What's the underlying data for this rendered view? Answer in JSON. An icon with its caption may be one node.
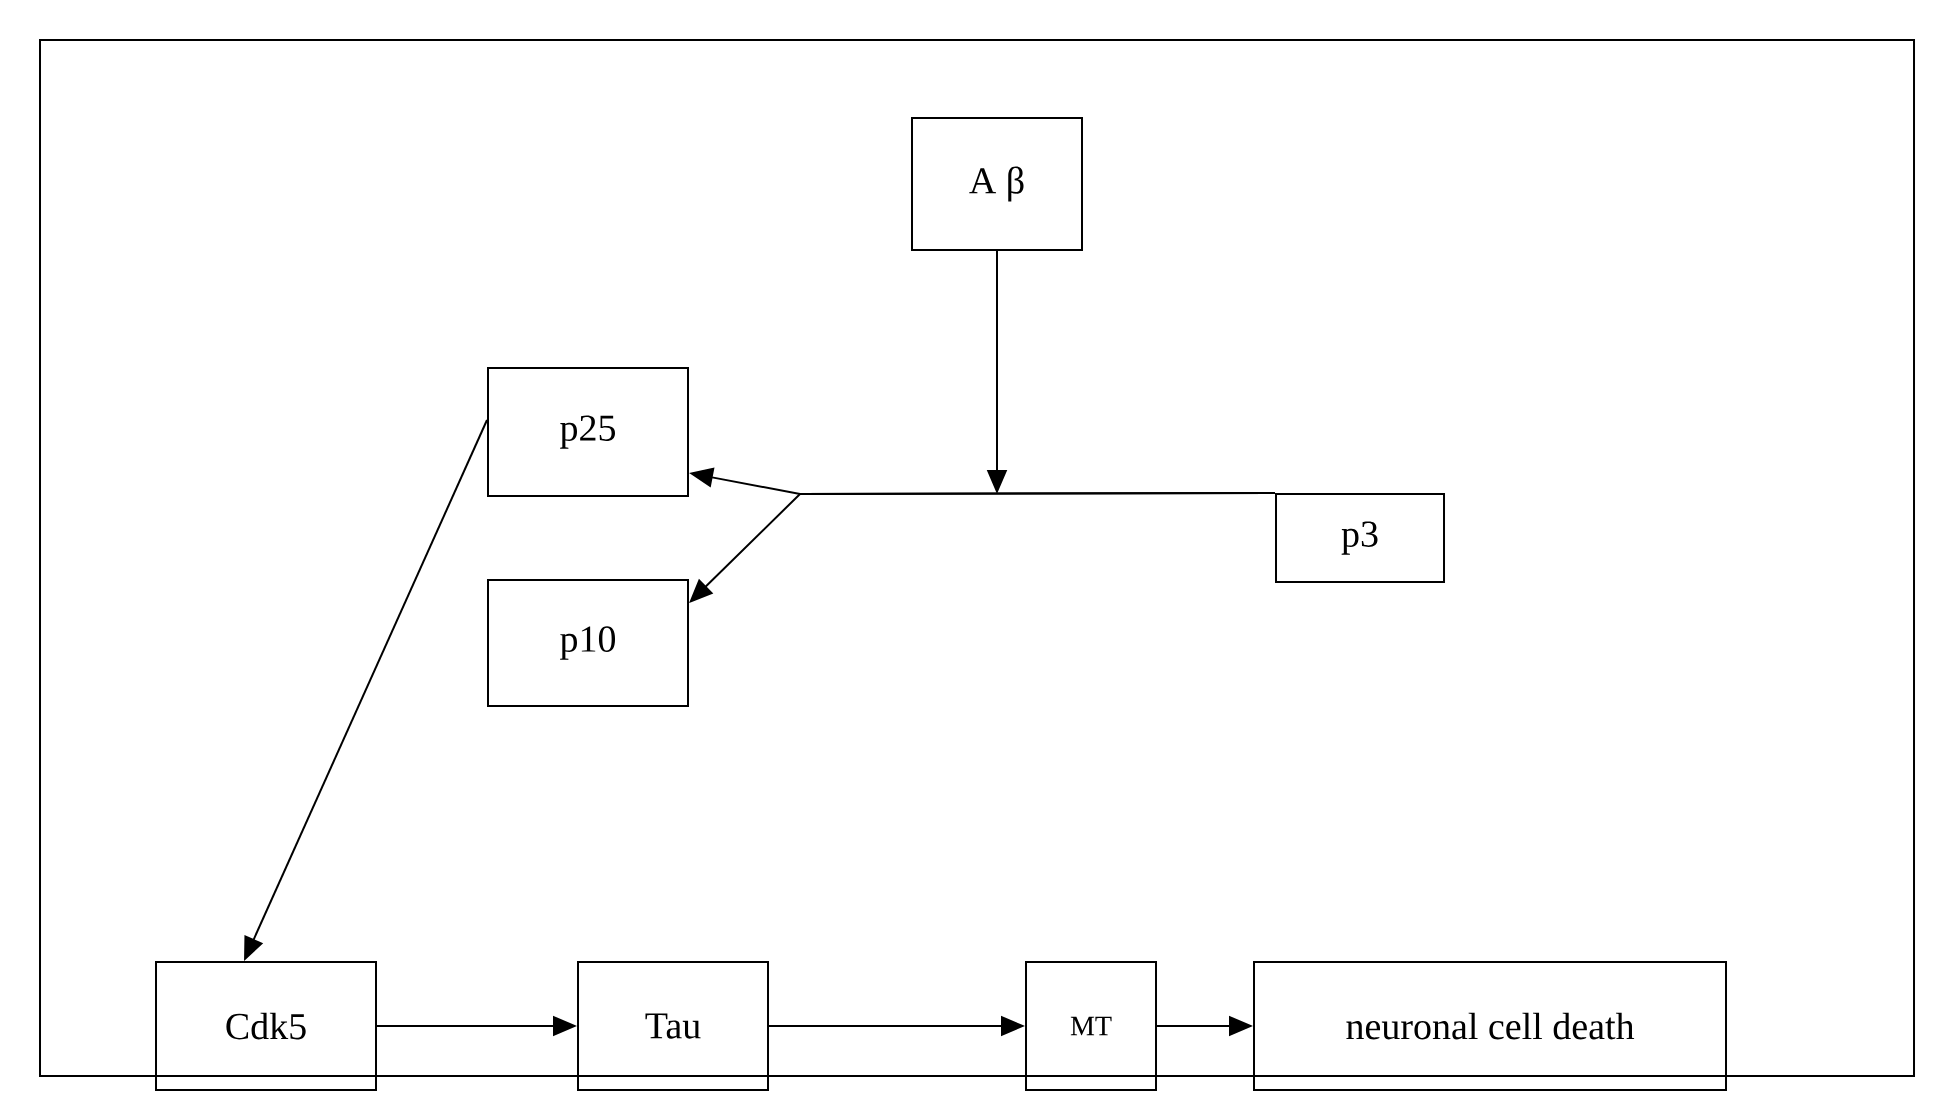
{
  "diagram": {
    "nodes": [
      {
        "text": [
          "A β"
        ]
      },
      {
        "text": [
          "p25"
        ]
      },
      {
        "text": [
          "p10"
        ]
      },
      {
        "text": [
          "p3"
        ]
      },
      {
        "text": [
          "Cdk5"
        ]
      },
      {
        "text": [
          "Tau"
        ]
      },
      {
        "text": [
          "MT"
        ]
      },
      {
        "text": [
          "neuronal cell death"
        ]
      }
    ],
    "edges": [
      {
        "from": 0,
        "to": null,
        "arrow": "to"
      },
      {
        "from": 3,
        "to": 1,
        "arrow": "to"
      },
      {
        "from": 3,
        "to": 2,
        "arrow": "to"
      },
      {
        "from": 1,
        "to": 4,
        "arrow": "to"
      },
      {
        "from": 4,
        "to": 5,
        "arrow": "to"
      },
      {
        "from": 5,
        "to": 6,
        "arrow": "to"
      },
      {
        "from": 6,
        "to": 7,
        "arrow": "to"
      }
    ]
  }
}
